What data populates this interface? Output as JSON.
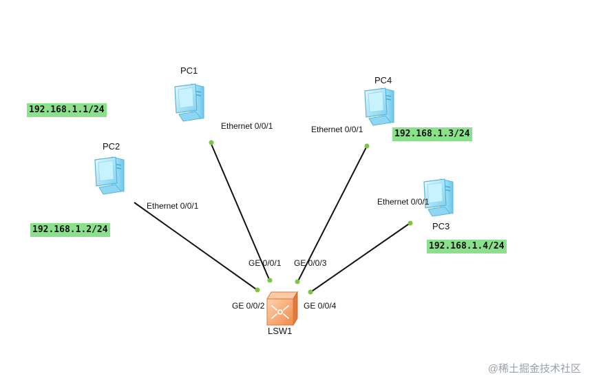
{
  "devices": {
    "pc1": {
      "name": "PC1",
      "port": "Ethernet 0/0/1",
      "ip": "192.168.1.1/24"
    },
    "pc2": {
      "name": "PC2",
      "port": "Ethernet 0/0/1",
      "ip": "192.168.1.2/24"
    },
    "pc3": {
      "name": "PC3",
      "port": "Ethernet 0/0/1",
      "ip": "192.168.1.4/24"
    },
    "pc4": {
      "name": "PC4",
      "port": "Ethernet 0/0/1",
      "ip": "192.168.1.3/24"
    },
    "lsw1": {
      "name": "LSW1",
      "ports": {
        "ge1": "GE 0/0/1",
        "ge2": "GE 0/0/2",
        "ge3": "GE 0/0/3",
        "ge4": "GE 0/0/4"
      }
    }
  },
  "colors": {
    "link": "#111111",
    "port_dot": "#7cc443",
    "ip_bg": "#8be08b",
    "pc_screen": "#9fe0f5",
    "switch_body": "#f4a46c"
  },
  "icons": {
    "pc": "pc-icon",
    "switch": "switch-icon"
  },
  "watermark": "@稀土掘金技术社区"
}
